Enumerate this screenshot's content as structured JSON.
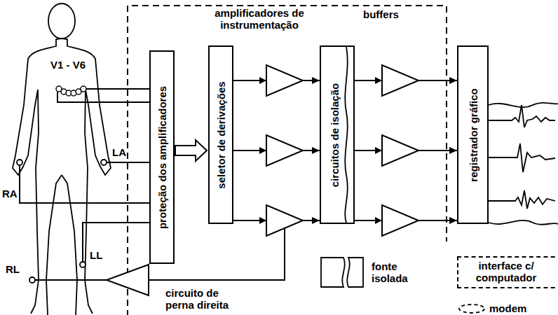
{
  "diagram": {
    "nodes": [
      {
        "text": [
          "proteção dos amplificadores"
        ]
      },
      {
        "text": [
          "seletor de derivações"
        ]
      },
      {
        "text": [
          "circuitos de isolação"
        ]
      },
      {
        "text": [
          "registrador gráfico"
        ]
      },
      {
        "text": [
          "interface c/ computador"
        ]
      }
    ],
    "edges": [
      {
        "from": 0,
        "to": 1,
        "arrow": "to"
      },
      {
        "from": 1,
        "to": 2,
        "arrow": "to"
      },
      {
        "from": 1,
        "to": 2,
        "arrow": "to"
      },
      {
        "from": 1,
        "to": 2,
        "arrow": "to"
      },
      {
        "from": 2,
        "to": 3,
        "arrow": "to"
      },
      {
        "from": 2,
        "to": 3,
        "arrow": "to"
      },
      {
        "from": 2,
        "to": 3,
        "arrow": "to"
      }
    ],
    "labels": [
      "amplificadores de instrumentação",
      "buffers",
      "V1 - V6",
      "LA",
      "RA",
      "LL",
      "RL",
      "circuito de perna direita",
      "fonte isolada",
      "modem"
    ]
  }
}
